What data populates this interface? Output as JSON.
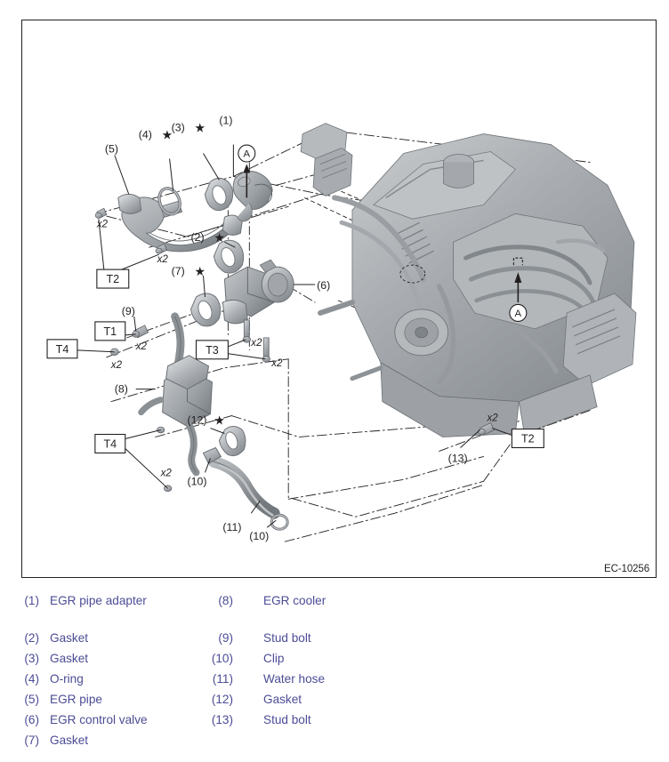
{
  "figure": {
    "id_label": "EC-10256",
    "section_markers": [
      {
        "name": "A",
        "label": "A"
      },
      {
        "name": "A",
        "label": "A"
      }
    ],
    "callouts": [
      {
        "ref": "(1)",
        "star": false,
        "name": "egr-pipe-adapter"
      },
      {
        "ref": "(2)",
        "star": true,
        "name": "gasket"
      },
      {
        "ref": "(3)",
        "star": true,
        "name": "gasket"
      },
      {
        "ref": "(4)",
        "star": true,
        "name": "o-ring"
      },
      {
        "ref": "(5)",
        "star": false,
        "name": "egr-pipe"
      },
      {
        "ref": "(6)",
        "star": false,
        "name": "egr-control-valve"
      },
      {
        "ref": "(7)",
        "star": true,
        "name": "gasket"
      },
      {
        "ref": "(8)",
        "star": false,
        "name": "egr-cooler"
      },
      {
        "ref": "(9)",
        "star": false,
        "name": "stud-bolt"
      },
      {
        "ref": "(10)",
        "star": false,
        "name": "clip"
      },
      {
        "ref": "(10)",
        "star": false,
        "name": "clip"
      },
      {
        "ref": "(11)",
        "star": false,
        "name": "water-hose"
      },
      {
        "ref": "(12)",
        "star": true,
        "name": "gasket"
      },
      {
        "ref": "(13)",
        "star": false,
        "name": "stud-bolt"
      }
    ],
    "torque_boxes": [
      {
        "label": "T2"
      },
      {
        "label": "T1"
      },
      {
        "label": "T4"
      },
      {
        "label": "T3"
      },
      {
        "label": "T4"
      },
      {
        "label": "T2"
      }
    ],
    "quantity_labels": [
      {
        "text": "x2"
      },
      {
        "text": "x2"
      },
      {
        "text": "x2"
      },
      {
        "text": "x2"
      },
      {
        "text": "x2"
      },
      {
        "text": "x2"
      },
      {
        "text": "x2"
      },
      {
        "text": "x2"
      }
    ],
    "star_glyph": "★",
    "colors": {
      "frame": "#231f20",
      "legend_text": "#4c4c96",
      "part_fill_light": "#c9cbcd",
      "part_fill_mid": "#a6a9ac",
      "part_fill_dark": "#7e8387",
      "line": "#231f20"
    }
  },
  "legend": {
    "left_column": [
      {
        "num": "(1)",
        "label": "EGR pipe adapter"
      },
      {
        "num": "(2)",
        "label": "Gasket"
      },
      {
        "num": "(3)",
        "label": "Gasket"
      },
      {
        "num": "(4)",
        "label": "O-ring"
      },
      {
        "num": "(5)",
        "label": "EGR pipe"
      },
      {
        "num": "(6)",
        "label": "EGR control valve"
      },
      {
        "num": "(7)",
        "label": "Gasket"
      }
    ],
    "right_column": [
      {
        "num": "(8)",
        "label": "EGR cooler"
      },
      {
        "num": "(9)",
        "label": "Stud bolt"
      },
      {
        "num": "(10)",
        "label": "Clip"
      },
      {
        "num": "(11)",
        "label": "Water hose"
      },
      {
        "num": "(12)",
        "label": "Gasket"
      },
      {
        "num": "(13)",
        "label": "Stud bolt"
      }
    ]
  },
  "diagram_labels": {
    "c1": "(1)",
    "c2": "(2)",
    "c3": "(3)",
    "c4": "(4)",
    "c5": "(5)",
    "c6": "(6)",
    "c7": "(7)",
    "c8": "(8)",
    "c9": "(9)",
    "c10a": "(10)",
    "c10b": "(10)",
    "c11": "(11)",
    "c12": "(12)",
    "c13": "(13)",
    "t2a": "T2",
    "t1": "T1",
    "t4a": "T4",
    "t3": "T3",
    "t4b": "T4",
    "t2b": "T2",
    "qty": "x2",
    "markerA1": "A",
    "markerA2": "A",
    "star": "★"
  }
}
